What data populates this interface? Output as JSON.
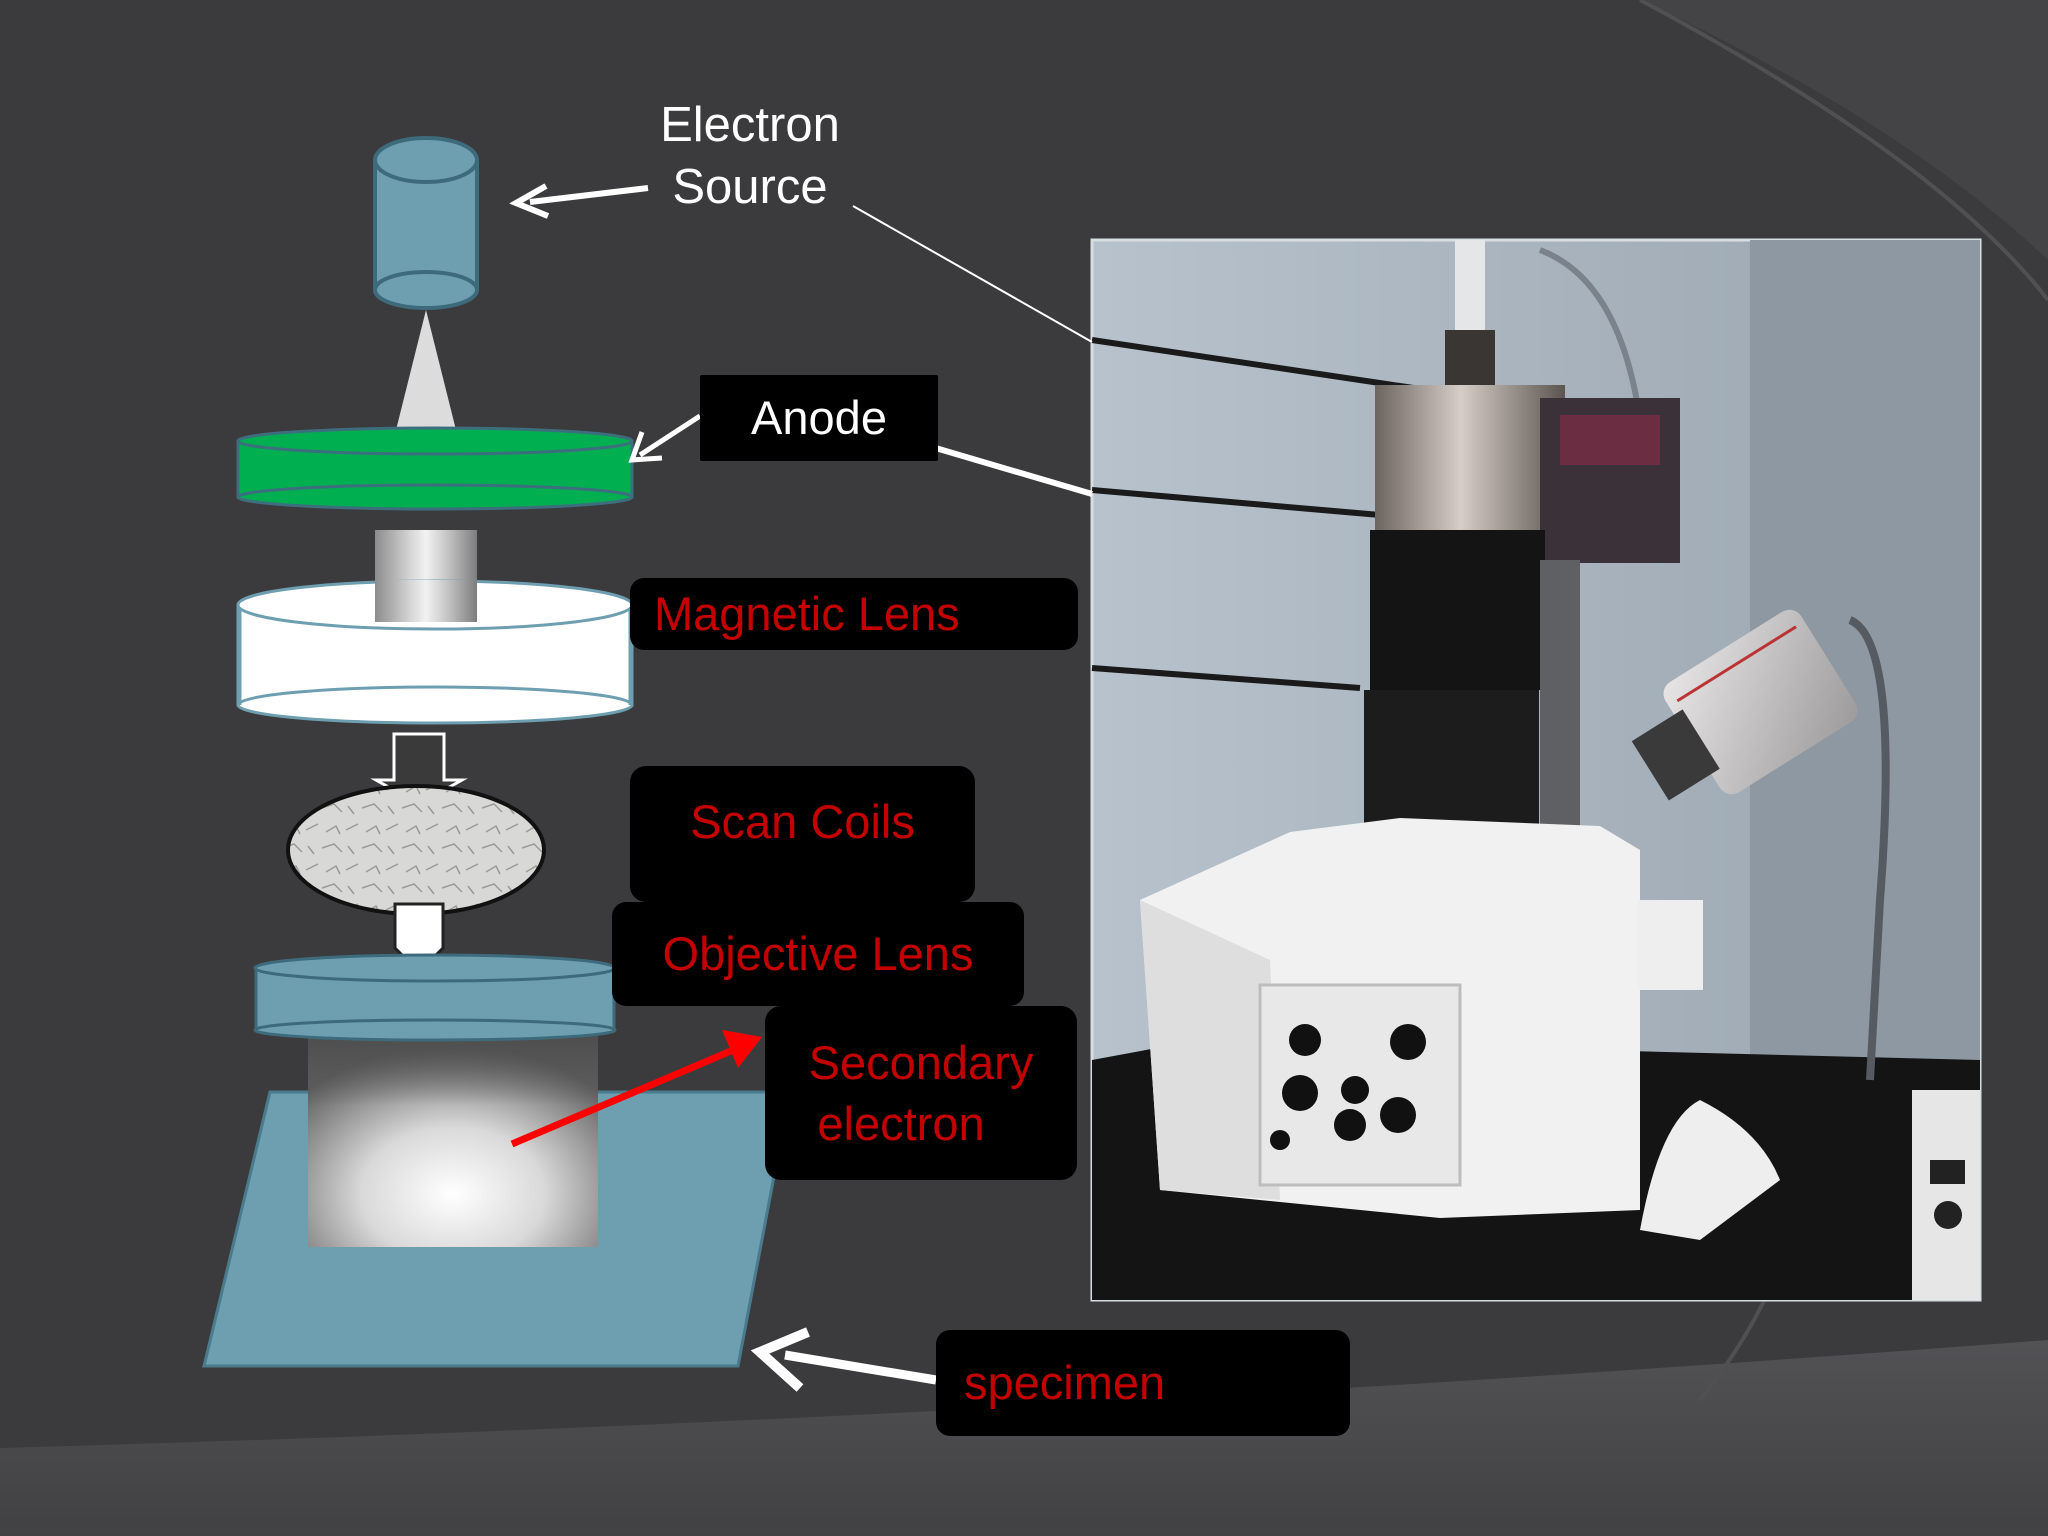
{
  "labels": {
    "electron_source_line1": "Electron",
    "electron_source_line2": "Source",
    "anode": "Anode",
    "magnetic_lens": "Magnetic Lens",
    "scan_coils": "Scan Coils",
    "objective_lens": "Objective Lens",
    "secondary_electron_line1": "Secondary",
    "secondary_electron_line2": "electron",
    "specimen": "specimen"
  },
  "colors": {
    "background": "#3b3b3d",
    "electron_source": "#6d9fb1",
    "anode": "#00b050",
    "magnetic_lens": "#ffffff",
    "objective_lens": "#6d9fb1",
    "specimen": "#6d9fb1",
    "label_text_red": "#c40000",
    "secondary_electron_arrow": "#ff0000"
  },
  "icons": {
    "microscope_photo": "sem-microscope-photo"
  }
}
